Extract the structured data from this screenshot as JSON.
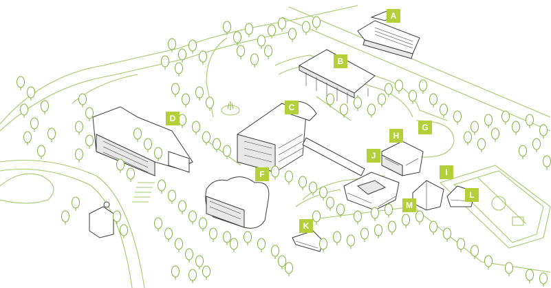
{
  "colors": {
    "marker": "#b5cf3b",
    "road": "#a5c86a",
    "tree": "#7fb23a",
    "building": "#3a3a3a"
  },
  "markers": [
    {
      "id": "A",
      "label": "A"
    },
    {
      "id": "B",
      "label": "B"
    },
    {
      "id": "C",
      "label": "C"
    },
    {
      "id": "D",
      "label": "D"
    },
    {
      "id": "F",
      "label": "F"
    },
    {
      "id": "G",
      "label": "G"
    },
    {
      "id": "H",
      "label": "H"
    },
    {
      "id": "I",
      "label": "I"
    },
    {
      "id": "J",
      "label": "J"
    },
    {
      "id": "K",
      "label": "K"
    },
    {
      "id": "L",
      "label": "L"
    },
    {
      "id": "M",
      "label": "M"
    }
  ]
}
